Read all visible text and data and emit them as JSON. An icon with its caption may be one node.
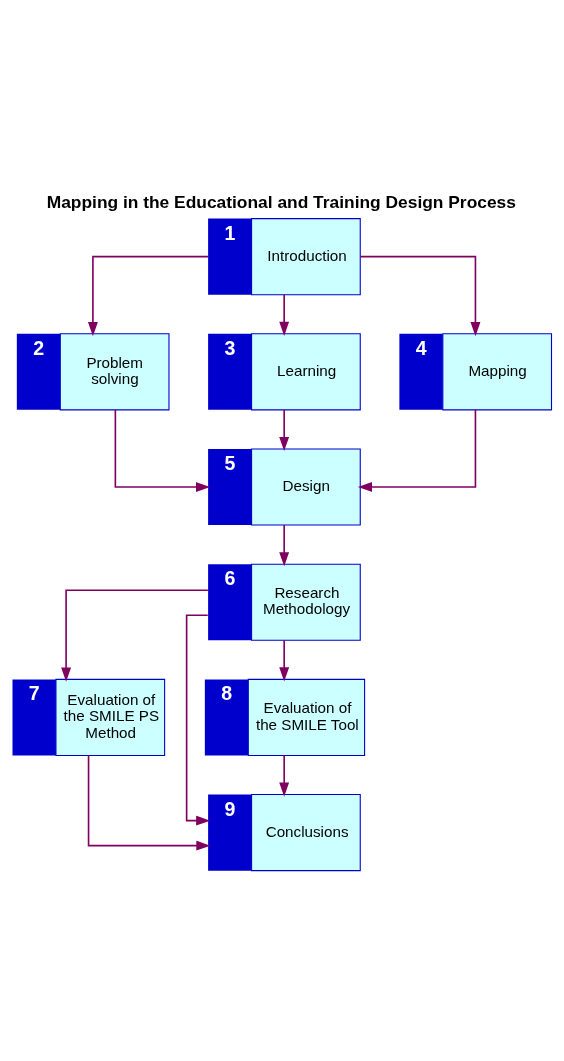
{
  "diagram": {
    "title": "Mapping in the Educational and Training Design Process",
    "nodes": [
      {
        "text": [
          "1",
          "Introduction"
        ]
      },
      {
        "text": [
          "2",
          "Problem solving"
        ]
      },
      {
        "text": [
          "3",
          "Learning"
        ]
      },
      {
        "text": [
          "4",
          "Mapping"
        ]
      },
      {
        "text": [
          "5",
          "Design"
        ]
      },
      {
        "text": [
          "6",
          "Research Methodology"
        ]
      },
      {
        "text": [
          "7",
          "Evaluation of the SMILE PS Method"
        ]
      },
      {
        "text": [
          "8",
          "Evaluation of the SMILE Tool"
        ]
      },
      {
        "text": [
          "9",
          "Conclusions"
        ]
      }
    ],
    "edges": [
      {
        "from": 0,
        "to": 1,
        "arrow": "to"
      },
      {
        "from": 0,
        "to": 2,
        "arrow": "to"
      },
      {
        "from": 0,
        "to": 3,
        "arrow": "to"
      },
      {
        "from": 1,
        "to": 4,
        "arrow": "to"
      },
      {
        "from": 2,
        "to": 4,
        "arrow": "to"
      },
      {
        "from": 3,
        "to": 4,
        "arrow": "to"
      },
      {
        "from": 4,
        "to": 5,
        "arrow": "to"
      },
      {
        "from": 5,
        "to": 6,
        "arrow": "to"
      },
      {
        "from": 5,
        "to": 8,
        "arrow": "to"
      },
      {
        "from": 5,
        "to": 7,
        "arrow": "to"
      },
      {
        "from": 6,
        "to": 8,
        "arrow": "to"
      },
      {
        "from": 7,
        "to": 8,
        "arrow": "to"
      }
    ]
  }
}
